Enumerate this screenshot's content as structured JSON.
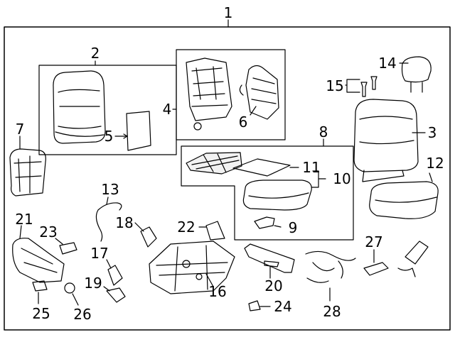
{
  "callouts": {
    "c1": "1",
    "c2": "2",
    "c3": "3",
    "c4": "4",
    "c5": "5",
    "c6": "6",
    "c7": "7",
    "c8": "8",
    "c9": "9",
    "c10": "10",
    "c11": "11",
    "c12": "12",
    "c13": "13",
    "c14": "14",
    "c15": "15",
    "c16": "16",
    "c17": "17",
    "c18": "18",
    "c19": "19",
    "c20": "20",
    "c21": "21",
    "c22": "22",
    "c23": "23",
    "c24": "24",
    "c25": "25",
    "c26": "26",
    "c27": "27",
    "c28": "28"
  },
  "colors": {
    "line": "#000000",
    "fill": "#ffffff",
    "shade": "#f2f2f2"
  }
}
